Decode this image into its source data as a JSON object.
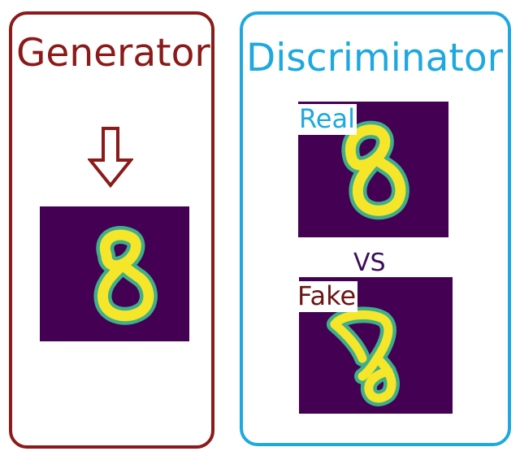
{
  "generator": {
    "title": "Generator",
    "color": "#8b1a1a",
    "arrow_icon": "down-arrow-outline",
    "sample_image": "handwritten digit 8 (generated)"
  },
  "discriminator": {
    "title": "Discriminator",
    "color": "#1ea8e0",
    "real_label": "Real",
    "fake_label": "Fake",
    "vs_label": "VS",
    "real_image": "handwritten digit 8 (real)",
    "fake_image": "handwritten distorted digit (fake)"
  },
  "image_colors": {
    "background": "#440154",
    "stroke_core": "#f5e62a",
    "stroke_edge": "#3fae8a"
  }
}
